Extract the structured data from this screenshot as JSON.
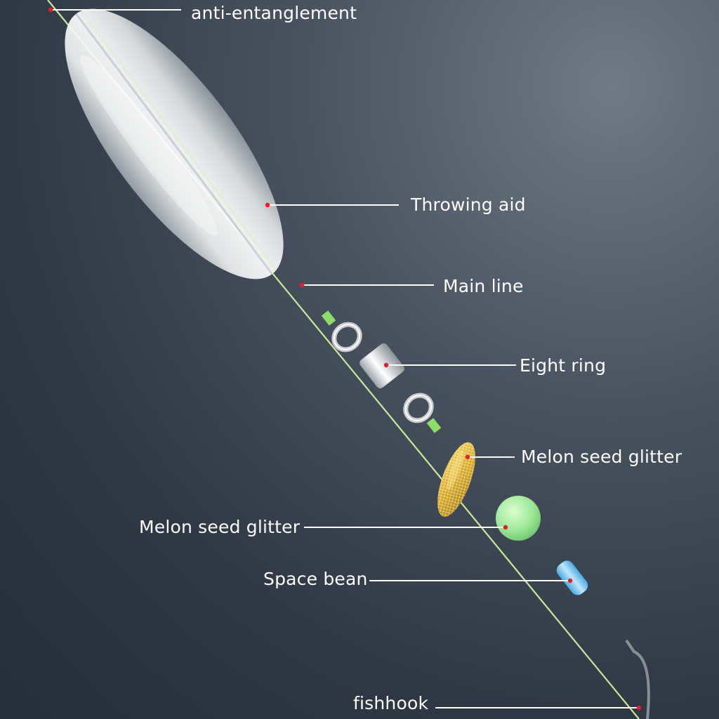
{
  "labels": {
    "anti_entanglement": "anti-entanglement",
    "throwing_aid": "Throwing aid",
    "main_line": "Main line",
    "eight_ring": "Eight ring",
    "melon_seed_glitter_spinner": "Melon seed glitter",
    "melon_seed_glitter_bead": "Melon seed glitter",
    "space_bean": "Space bean",
    "fishhook": "fishhook"
  },
  "colors": {
    "background": "#2f3844",
    "line": "#c8e89a",
    "callout_line": "#ffffff",
    "marker_dot": "#e0202a",
    "bead_green": "#9ee89a",
    "space_bean_blue": "#7ec8f0",
    "spinner_gold": "#d4a528",
    "text": "#ffffff"
  }
}
